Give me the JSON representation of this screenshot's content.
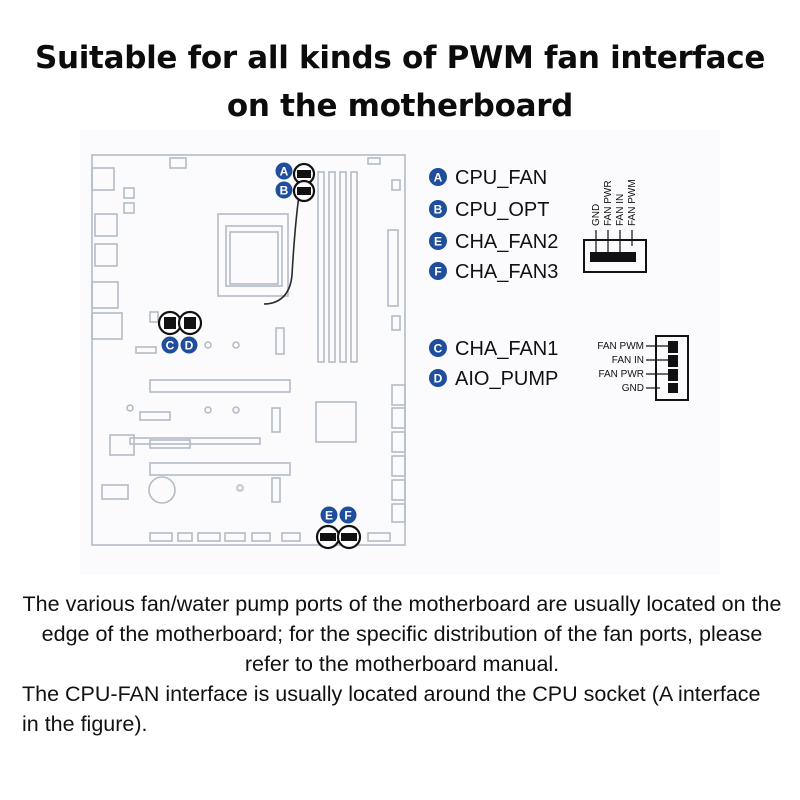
{
  "title": {
    "line1": "Suitable for all kinds of PWM fan interface",
    "line2": "on the motherboard"
  },
  "legend_top": [
    {
      "badge": "A",
      "label": "CPU_FAN"
    },
    {
      "badge": "B",
      "label": "CPU_OPT"
    },
    {
      "badge": "E",
      "label": "CHA_FAN2"
    },
    {
      "badge": "F",
      "label": "CHA_FAN3"
    }
  ],
  "legend_bottom": [
    {
      "badge": "C",
      "label": "CHA_FAN1"
    },
    {
      "badge": "D",
      "label": "AIO_PUMP"
    }
  ],
  "pins_vertical": [
    "GND",
    "FAN PWR",
    "FAN IN",
    "FAN PWM"
  ],
  "pins_horizontal": [
    "FAN PWM",
    "FAN IN",
    "FAN PWR",
    "GND"
  ],
  "board_markers": {
    "a": "A",
    "b": "B",
    "c": "C",
    "d": "D",
    "e": "E",
    "f": "F"
  },
  "caption": {
    "p1": "The various fan/water pump ports of the motherboard are usually located on the edge of the motherboard; for the specific distribution of the fan ports, please refer to the motherboard manual.",
    "p2": "The CPU-FAN interface is usually located around the CPU socket (A interface in the figure)."
  },
  "colors": {
    "badge": "#1f4e9c",
    "board_line": "#b5bcc6",
    "text": "#111111"
  }
}
